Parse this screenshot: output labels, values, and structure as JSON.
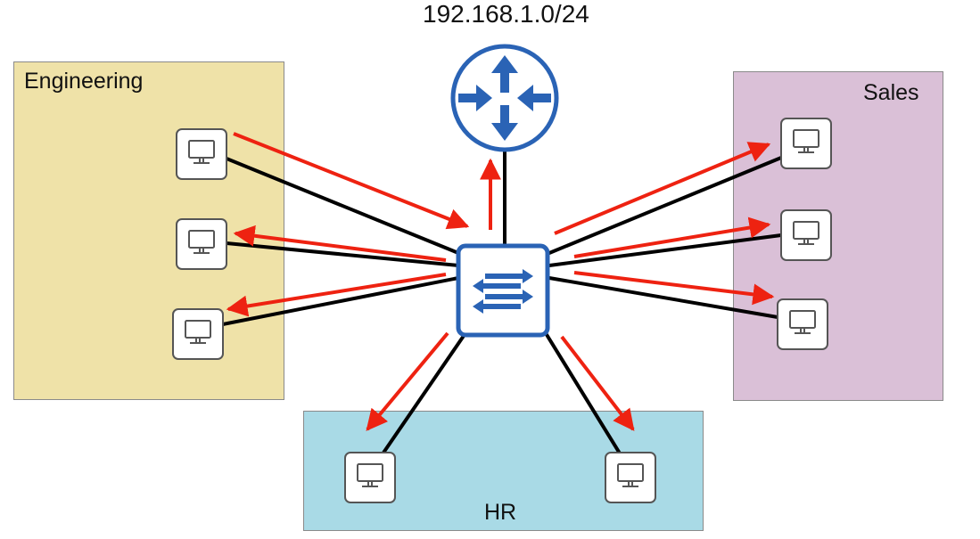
{
  "diagram": {
    "subnet_label": "192.168.1.0/24",
    "zones": {
      "engineering": "Engineering",
      "sales": "Sales",
      "hr": "HR"
    },
    "devices": {
      "router": "router-icon",
      "switch": "switch-icon",
      "pc": "pc-icon"
    },
    "colors": {
      "engineering_zone": "#efe2a8",
      "sales_zone": "#dac0d7",
      "hr_zone": "#a9dae6",
      "device_blue": "#2a63b5",
      "link": "#000000",
      "traffic_arrow": "#ee2211"
    }
  }
}
